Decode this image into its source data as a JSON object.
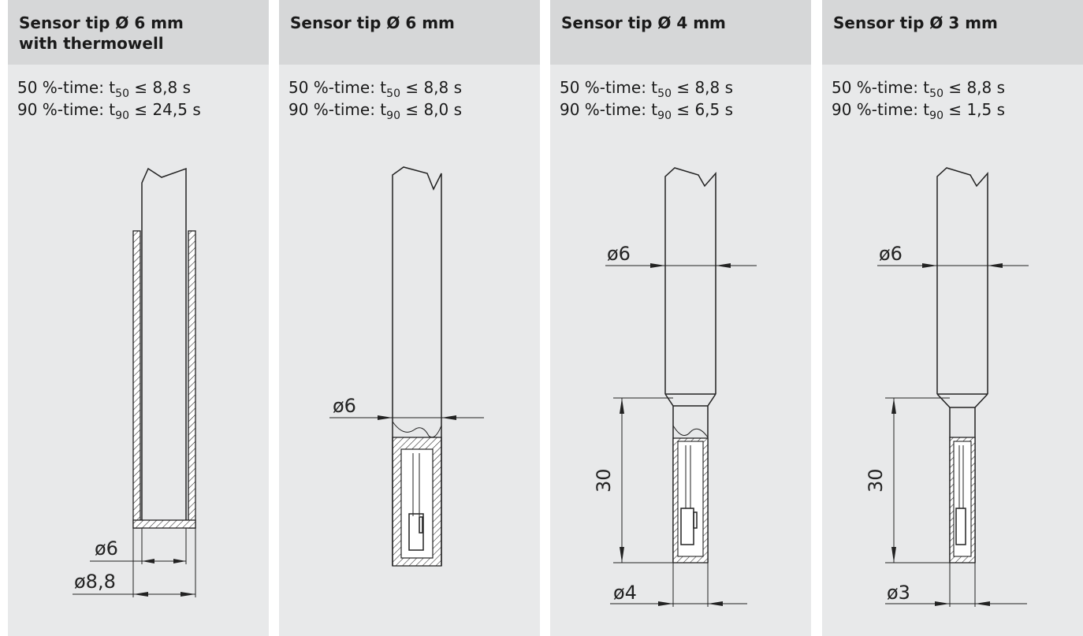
{
  "panels": [
    {
      "title_lines": [
        "Sensor tip Ø 6 mm",
        "with thermowell"
      ],
      "t50_prefix": "50 %-time: t",
      "t50_sub": "50",
      "t50_value": " ≤ 8,8 s",
      "t90_prefix": "90 %-time: t",
      "t90_sub": "90",
      "t90_value": " ≤ 24,5 s",
      "dims": [
        "ø6",
        "ø8,8"
      ]
    },
    {
      "title_lines": [
        "Sensor tip Ø 6 mm"
      ],
      "t50_prefix": "50 %-time: t",
      "t50_sub": "50",
      "t50_value": " ≤ 8,8 s",
      "t90_prefix": "90 %-time: t",
      "t90_sub": "90",
      "t90_value": " ≤ 8,0 s",
      "dims": [
        "ø6"
      ]
    },
    {
      "title_lines": [
        "Sensor tip Ø 4 mm"
      ],
      "t50_prefix": "50 %-time: t",
      "t50_sub": "50",
      "t50_value": " ≤ 8,8 s",
      "t90_prefix": "90 %-time: t",
      "t90_sub": "90",
      "t90_value": " ≤ 6,5 s",
      "dims": [
        "ø6",
        "30",
        "ø4"
      ]
    },
    {
      "title_lines": [
        "Sensor tip Ø 3 mm"
      ],
      "t50_prefix": "50 %-time: t",
      "t50_sub": "50",
      "t50_value": " ≤ 8,8 s",
      "t90_prefix": "90 %-time: t",
      "t90_sub": "90",
      "t90_value": " ≤ 1,5 s",
      "dims": [
        "ø6",
        "30",
        "ø3"
      ]
    }
  ]
}
